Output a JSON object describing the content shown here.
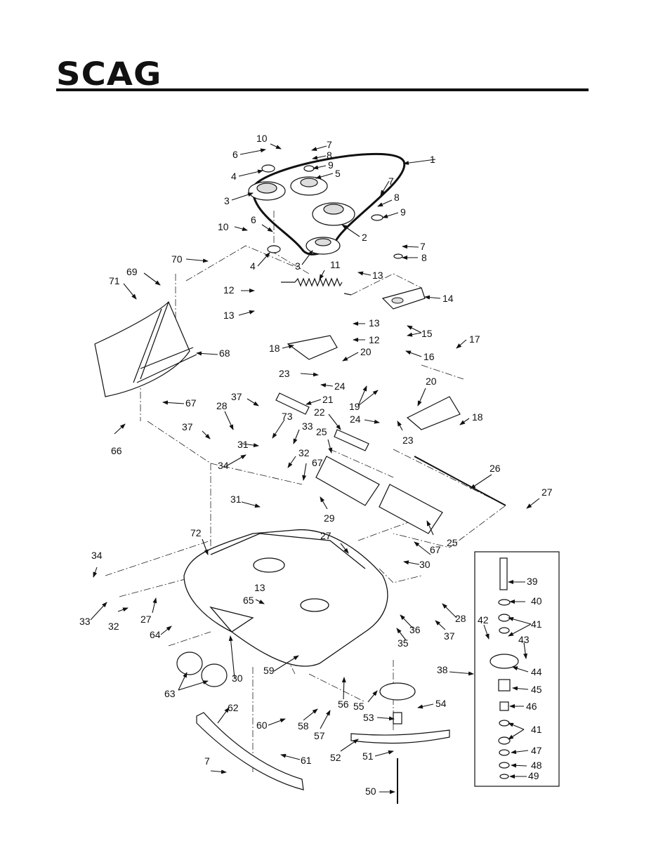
{
  "header": {
    "brand": "SCAG"
  },
  "labels": {
    "l1": "1",
    "l2": "2",
    "l3a": "3",
    "l3b": "3",
    "l4a": "4",
    "l4b": "4",
    "l5": "5",
    "l6a": "6",
    "l6b": "6",
    "l7a": "7",
    "l7b": "7",
    "l7c": "7",
    "l7d": "7",
    "l8a": "8",
    "l8b": "8",
    "l8c": "8",
    "l9a": "9",
    "l9b": "9",
    "l10a": "10",
    "l10b": "10",
    "l11": "11",
    "l12a": "12",
    "l12b": "12",
    "l13a": "13",
    "l13b": "13",
    "l13c": "13",
    "l13d": "13",
    "l14": "14",
    "l15": "15",
    "l16": "16",
    "l17": "17",
    "l18a": "18",
    "l18b": "18",
    "l19": "19",
    "l20a": "20",
    "l20b": "20",
    "l21": "21",
    "l22": "22",
    "l23a": "23",
    "l23b": "23",
    "l24a": "24",
    "l24b": "24",
    "l25a": "25",
    "l25b": "25",
    "l26": "26",
    "l27a": "27",
    "l27b": "27",
    "l27c": "27",
    "l28a": "28",
    "l28b": "28",
    "l29": "29",
    "l30a": "30",
    "l30b": "30",
    "l31a": "31",
    "l31b": "31",
    "l32a": "32",
    "l32b": "32",
    "l33a": "33",
    "l33b": "33",
    "l34a": "34",
    "l34b": "34",
    "l35": "35",
    "l36": "36",
    "l37a": "37",
    "l37b": "37",
    "l37c": "37",
    "l38": "38",
    "l39": "39",
    "l40": "40",
    "l41a": "41",
    "l41b": "41",
    "l42": "42",
    "l43": "43",
    "l44": "44",
    "l45": "45",
    "l46": "46",
    "l47": "47",
    "l48": "48",
    "l49": "49",
    "l50": "50",
    "l51": "51",
    "l52": "52",
    "l53": "53",
    "l54": "54",
    "l55": "55",
    "l56": "56",
    "l57": "57",
    "l58": "58",
    "l59": "59",
    "l60": "60",
    "l61": "61",
    "l62": "62",
    "l63": "63",
    "l64": "64",
    "l65": "65",
    "l66": "66",
    "l67a": "67",
    "l67b": "67",
    "l67c": "67",
    "l68": "68",
    "l69": "69",
    "l70": "70",
    "l71": "71",
    "l72": "72",
    "l73": "73"
  }
}
